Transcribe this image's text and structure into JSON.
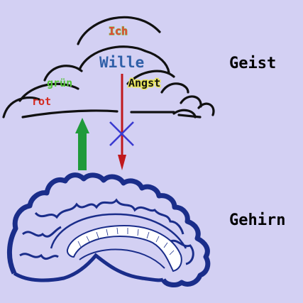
{
  "labels": {
    "geist": "Geist",
    "gehirn": "Gehirn",
    "ich": "Ich",
    "wille": "Wille",
    "gruen": "grün",
    "angst": "Angst",
    "rot": "rot"
  },
  "colors": {
    "background": "#d3d0f3",
    "cloud_stroke": "#111111",
    "ich": "#e8403a",
    "ich_outline": "#76c840",
    "wille": "#2f5fa8",
    "gruen": "#55c43a",
    "angst": "#111111",
    "angst_outline": "#e9e65a",
    "rot": "#d42a20",
    "green_arrow": "#1f9a3a",
    "red_arrow": "#c0181c",
    "cross": "#3a3ad0",
    "brain": "#1a2d8a",
    "heading": "#000000"
  },
  "icons": {
    "cloud": "cloud-outline-icon",
    "up_arrow": "arrow-up-icon",
    "down_arrow": "arrow-down-icon",
    "cross": "cross-icon",
    "brain": "brain-sagittal-icon"
  }
}
